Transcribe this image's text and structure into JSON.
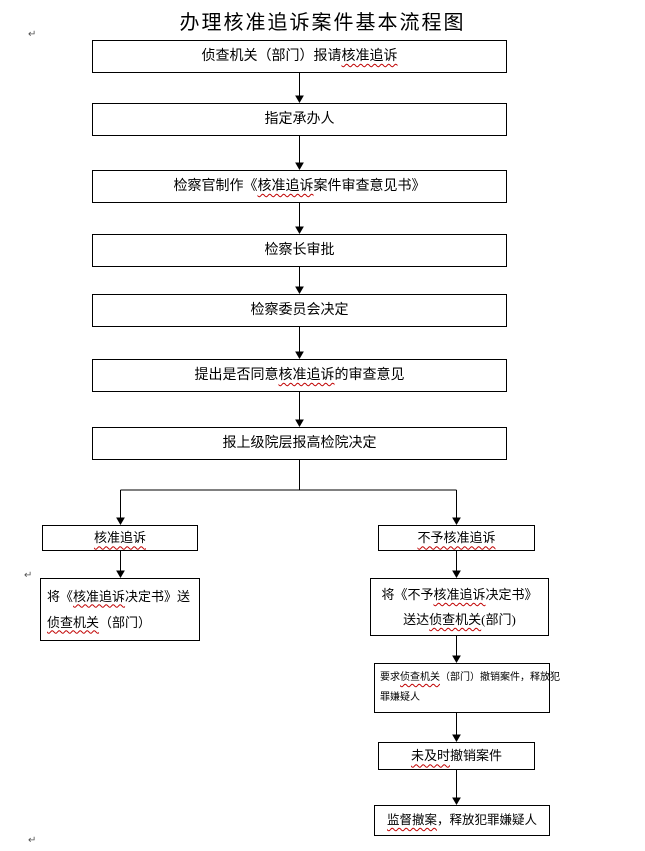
{
  "page": {
    "title": "办理核准追诉案件基本流程图",
    "anchor_glyph": "↵"
  },
  "colors": {
    "line": "#000000",
    "box_border": "#000000",
    "spellcheck_wavy": "#c00000",
    "background": "#ffffff"
  },
  "steps": {
    "report": {
      "segments": [
        {
          "t": "侦查机关（部门）报请",
          "w": false
        },
        {
          "t": "核准追诉",
          "w": true
        }
      ]
    },
    "assign": {
      "segments": [
        {
          "t": "指定承办人",
          "w": false
        }
      ]
    },
    "draft": {
      "segments": [
        {
          "t": "检察官制作《",
          "w": false
        },
        {
          "t": "核准追诉",
          "w": true
        },
        {
          "t": "案件审查意见书》",
          "w": false
        }
      ]
    },
    "chief": {
      "segments": [
        {
          "t": "检察长审批",
          "w": false
        }
      ]
    },
    "committee": {
      "segments": [
        {
          "t": "检察委员会决定",
          "w": false
        }
      ]
    },
    "opinion": {
      "segments": [
        {
          "t": "提出是否同意",
          "w": false
        },
        {
          "t": "核准追诉",
          "w": true
        },
        {
          "t": "的审查意见",
          "w": false
        }
      ]
    },
    "submit": {
      "segments": [
        {
          "t": "报上级院层报高检院决定",
          "w": false
        }
      ]
    },
    "approved": {
      "segments": [
        {
          "t": "核准追诉",
          "w": true
        }
      ]
    },
    "approved_send": {
      "line1": [
        {
          "t": "将《",
          "w": false
        },
        {
          "t": "核准追诉",
          "w": true
        },
        {
          "t": "决定书》送",
          "w": false
        }
      ],
      "line2": [
        {
          "t": "侦查机关",
          "w": true
        },
        {
          "t": "（部门）",
          "w": false
        }
      ]
    },
    "denied": {
      "segments": [
        {
          "t": "不予核准追诉",
          "w": true
        }
      ]
    },
    "denied_send": {
      "line1": [
        {
          "t": "将《不予",
          "w": false
        },
        {
          "t": "核准追诉",
          "w": true
        },
        {
          "t": "决定书》",
          "w": false
        }
      ],
      "line2": [
        {
          "t": "送达",
          "w": false
        },
        {
          "t": "侦查机关",
          "w": true
        },
        {
          "t": "(部门)",
          "w": false
        }
      ]
    },
    "withdraw_request": {
      "line1": [
        {
          "t": "要求",
          "w": false
        },
        {
          "t": "侦查机关",
          "w": true
        },
        {
          "t": "（部门）撤销案件，释放犯",
          "w": false
        }
      ],
      "line2": [
        {
          "t": "罪嫌疑人",
          "w": false
        }
      ]
    },
    "not_withdrawn": {
      "segments": [
        {
          "t": "未及时",
          "w": true
        },
        {
          "t": "撤销案件",
          "w": false
        }
      ]
    },
    "supervise": {
      "segments": [
        {
          "t": "监督撤案",
          "w": true
        },
        {
          "t": "，释放犯罪嫌疑人",
          "w": false
        }
      ]
    }
  }
}
